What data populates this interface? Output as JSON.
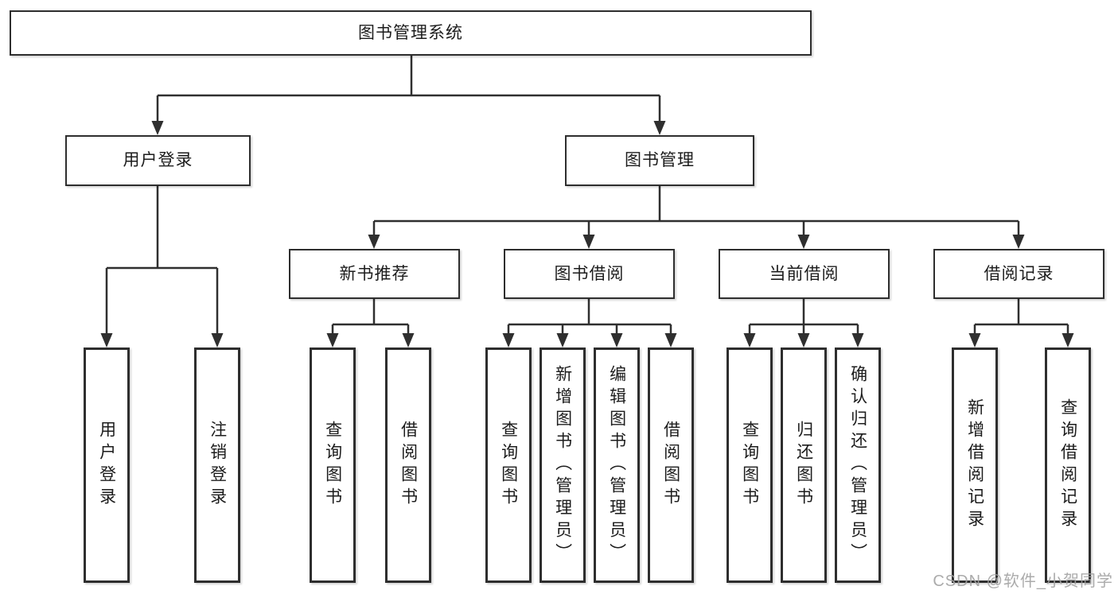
{
  "diagram": {
    "root": {
      "label": "图书管理系统"
    },
    "branches": [
      {
        "label": "用户登录",
        "leaves": [
          {
            "label": "用户登录"
          },
          {
            "label": "注销登录"
          }
        ]
      },
      {
        "label": "图书管理",
        "groups": [
          {
            "label": "新书推荐",
            "leaves": [
              {
                "label": "查询图书"
              },
              {
                "label": "借阅图书"
              }
            ]
          },
          {
            "label": "图书借阅",
            "leaves": [
              {
                "label": "查询图书"
              },
              {
                "label": "新增图书（管理员）"
              },
              {
                "label": "编辑图书（管理员）"
              },
              {
                "label": "借阅图书"
              }
            ]
          },
          {
            "label": "当前借阅",
            "leaves": [
              {
                "label": "查询图书"
              },
              {
                "label": "归还图书"
              },
              {
                "label": "确认归还（管理员）"
              }
            ]
          },
          {
            "label": "借阅记录",
            "leaves": [
              {
                "label": "新增借阅记录"
              },
              {
                "label": "查询借阅记录"
              }
            ]
          }
        ]
      }
    ]
  },
  "watermark": {
    "text": "CSDN @软件_小贺同学"
  },
  "colors": {
    "line": "#2f2f2f",
    "border": "#2e2e2e",
    "text": "#1c1c1c",
    "bg": "#ffffff",
    "watermark": "#a2a2a2"
  }
}
